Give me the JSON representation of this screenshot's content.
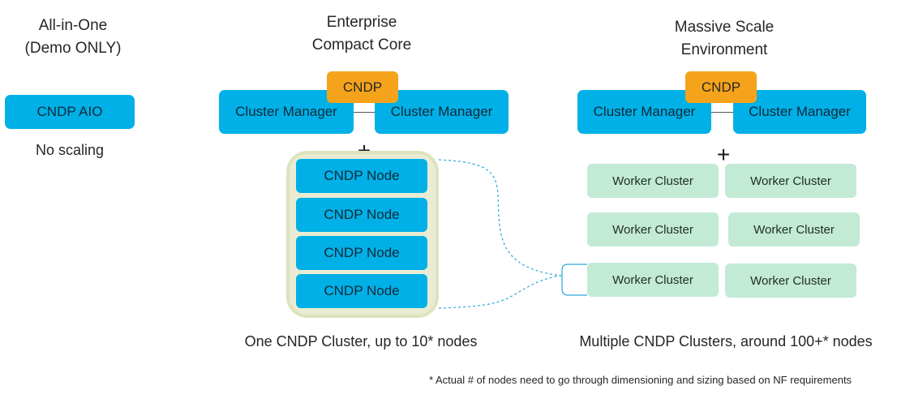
{
  "columns": {
    "aio": {
      "heading_line1": "All-in-One",
      "heading_line2": "(Demo ONLY)",
      "box_label": "CNDP AIO",
      "caption": "No scaling"
    },
    "enterprise": {
      "heading_line1": "Enterprise",
      "heading_line2": "Compact Core",
      "cndp_label": "CNDP",
      "cluster_manager_left": "Cluster Manager",
      "cluster_manager_right": "Cluster Manager",
      "plus": "+",
      "nodes": [
        "CNDP Node",
        "CNDP Node",
        "CNDP Node",
        "CNDP Node"
      ],
      "caption": "One CNDP Cluster, up to 10* nodes"
    },
    "massive": {
      "heading_line1": "Massive Scale",
      "heading_line2": "Environment",
      "cndp_label": "CNDP",
      "cluster_manager_left": "Cluster Manager",
      "cluster_manager_right": "Cluster Manager",
      "plus": "+",
      "workers": [
        "Worker Cluster",
        "Worker Cluster",
        "Worker Cluster",
        "Worker Cluster",
        "Worker Cluster",
        "Worker Cluster"
      ],
      "caption": "Multiple CNDP Clusters, around 100+* nodes"
    }
  },
  "footnote": "* Actual # of nodes need to go through dimensioning and sizing based on NF requirements",
  "colors": {
    "blue": "#00b0e6",
    "orange": "#f5a31b",
    "green": "#c2ead5",
    "container": "#e9ecd3",
    "dashed_line": "#2aa8d8"
  }
}
